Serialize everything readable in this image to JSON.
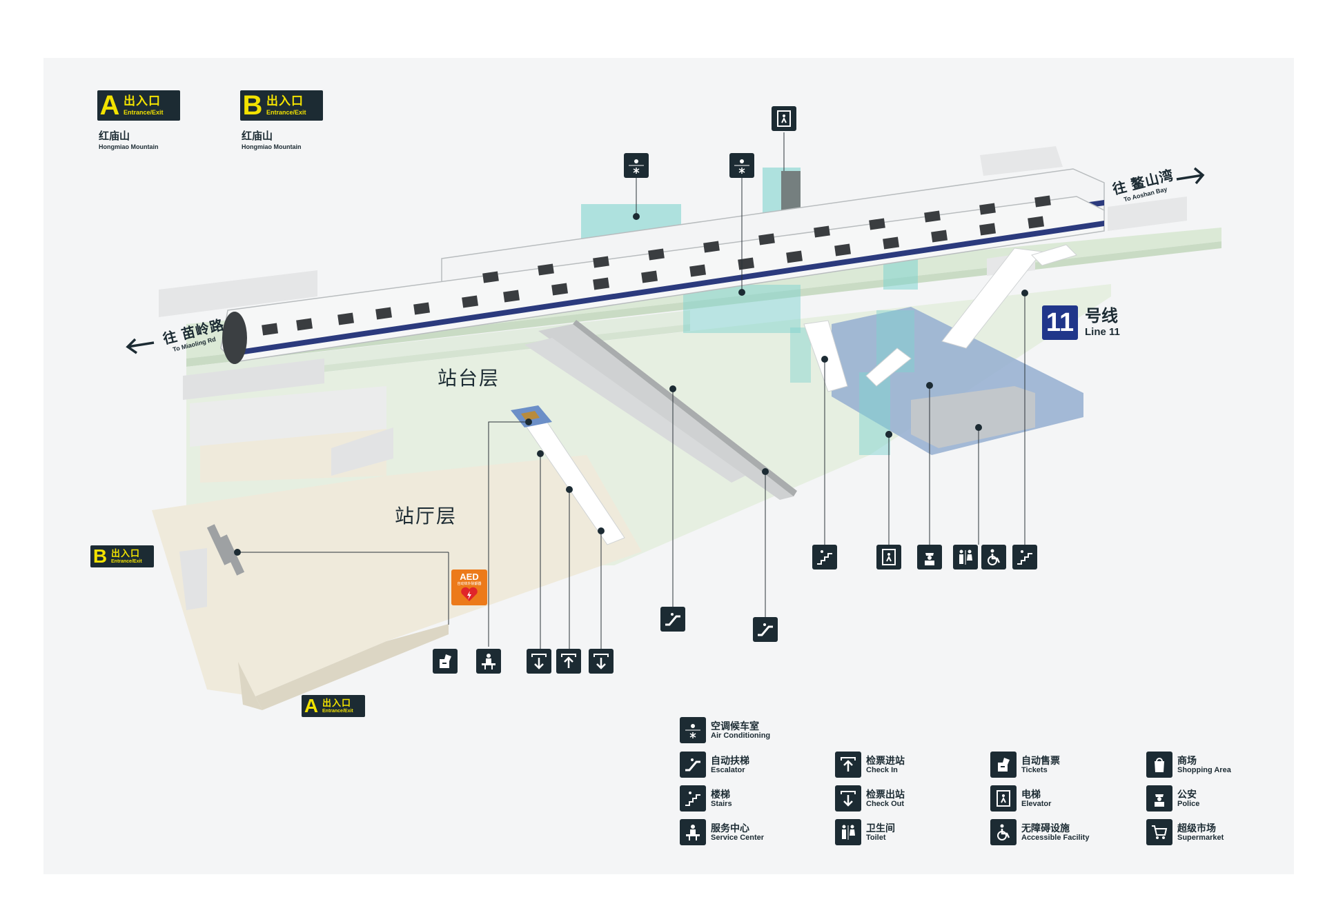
{
  "exits": {
    "a_top": {
      "letter": "A",
      "zh": "出入口",
      "en": "Entrance/Exit",
      "location_zh": "红庙山",
      "location_en": "Hongmiao Mountain"
    },
    "b_top": {
      "letter": "B",
      "zh": "出入口",
      "en": "Entrance/Exit",
      "location_zh": "红庙山",
      "location_en": "Hongmiao Mountain"
    },
    "b_left": {
      "letter": "B",
      "zh": "出入口",
      "en": "Entrance/Exit"
    },
    "a_bottom": {
      "letter": "A",
      "zh": "出入口",
      "en": "Entrance/Exit"
    }
  },
  "directions": {
    "left": {
      "zh": "往 苗岭路",
      "en": "To Miaoling Rd"
    },
    "right": {
      "zh": "往 鳌山湾",
      "en": "To Aoshan Bay"
    }
  },
  "floors": {
    "platform": "站台层",
    "concourse": "站厅层"
  },
  "line": {
    "number": "11",
    "zh": "号线",
    "en": "Line 11",
    "color": "#20368a"
  },
  "aed": {
    "title": "AED",
    "subtitle": "自动体外除颤器"
  },
  "colors": {
    "tile": "#1c2b33",
    "exit_text": "#f2e200",
    "aed": "#ec7a1a",
    "platform": "#dbe9d6",
    "concourse": "#efeadb"
  },
  "legend": [
    {
      "icon": "air-conditioning-icon",
      "zh": "空调候车室",
      "en": "Air Conditioning"
    },
    {
      "icon": "escalator-icon",
      "zh": "自动扶梯",
      "en": "Escalator"
    },
    {
      "icon": "check-in-icon",
      "zh": "检票进站",
      "en": "Check In"
    },
    {
      "icon": "ticket-machine-icon",
      "zh": "自动售票",
      "en": "Tickets"
    },
    {
      "icon": "shopping-icon",
      "zh": "商场",
      "en": "Shopping Area"
    },
    {
      "icon": "stairs-icon",
      "zh": "楼梯",
      "en": "Stairs"
    },
    {
      "icon": "check-out-icon",
      "zh": "检票出站",
      "en": "Check Out"
    },
    {
      "icon": "elevator-icon",
      "zh": "电梯",
      "en": "Elevator"
    },
    {
      "icon": "police-icon",
      "zh": "公安",
      "en": "Police"
    },
    {
      "icon": "service-center-icon",
      "zh": "服务中心",
      "en": "Service Center"
    },
    {
      "icon": "toilet-icon",
      "zh": "卫生间",
      "en": "Toilet"
    },
    {
      "icon": "accessible-icon",
      "zh": "无障碍设施",
      "en": "Accessible Facility"
    },
    {
      "icon": "supermarket-icon",
      "zh": "超级市场",
      "en": "Supermarket"
    }
  ]
}
